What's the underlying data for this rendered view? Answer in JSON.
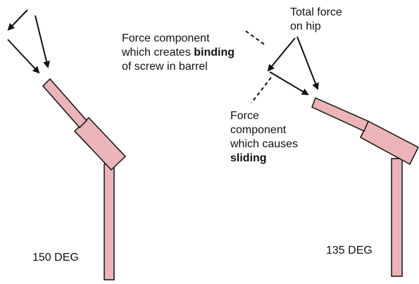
{
  "colors": {
    "implant_fill": "#eab4b8",
    "implant_stroke": "#111111",
    "arrow": "#111111"
  },
  "labels": {
    "total_force_line1": "Total force",
    "total_force_line2": "on hip",
    "binding_line1": "Force component",
    "binding_line2_pre": "which creates ",
    "binding_line2_bold": "binding",
    "binding_line3": "of screw in barrel",
    "sliding_line1": "Force",
    "sliding_line2": "component",
    "sliding_line3": "which causes",
    "sliding_line4_bold": "sliding",
    "angle_150": "150 DEG",
    "angle_135": "135 DEG"
  }
}
